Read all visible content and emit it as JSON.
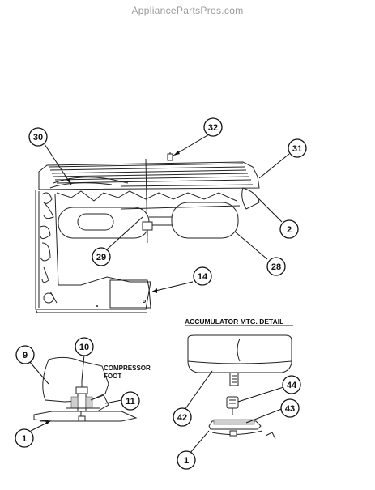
{
  "watermark": "AppliancePartsPros.com",
  "labels": {
    "compressor_foot": [
      "COMPRESSOR",
      "FOOT"
    ],
    "accumulator_detail": "ACCUMULATOR MTG. DETAIL"
  },
  "callouts": [
    {
      "id": "c30",
      "number": "30"
    },
    {
      "id": "c32",
      "number": "32"
    },
    {
      "id": "c31",
      "number": "31"
    },
    {
      "id": "c2",
      "number": "2"
    },
    {
      "id": "c29",
      "number": "29"
    },
    {
      "id": "c28",
      "number": "28"
    },
    {
      "id": "c14",
      "number": "14"
    },
    {
      "id": "c9",
      "number": "9"
    },
    {
      "id": "c10",
      "number": "10"
    },
    {
      "id": "c11",
      "number": "11"
    },
    {
      "id": "c1a",
      "number": "1"
    },
    {
      "id": "c42",
      "number": "42"
    },
    {
      "id": "c44",
      "number": "44"
    },
    {
      "id": "c43",
      "number": "43"
    },
    {
      "id": "c1b",
      "number": "1"
    }
  ]
}
